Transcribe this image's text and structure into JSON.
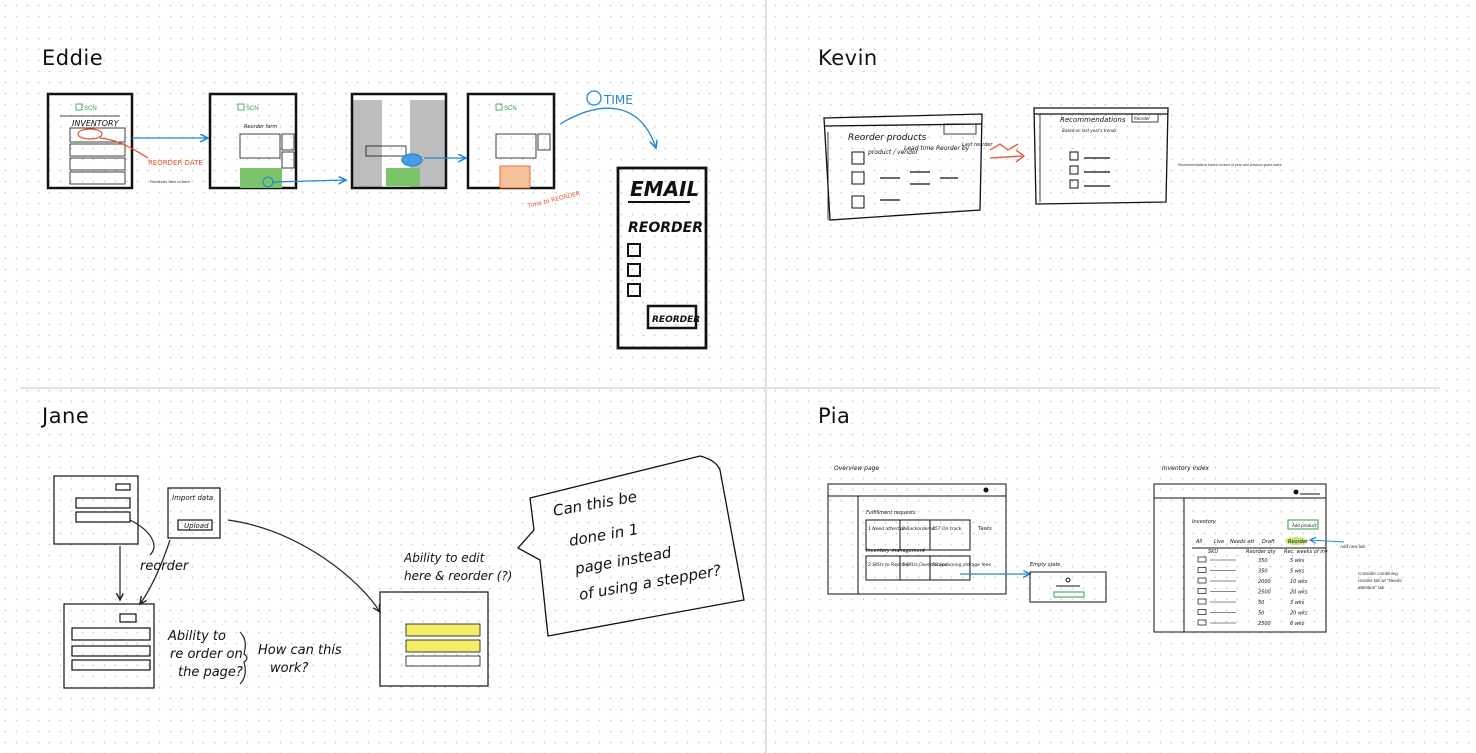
{
  "quadrants": {
    "eddie": {
      "title": "Eddie",
      "wireframe_brand": "SCN",
      "inventory_label": "INVENTORY",
      "reorder_form_label": "Reorder form",
      "reorder_date_note": "REORDER DATE",
      "reminder_note": "Reminder then to here",
      "time_note": "TIME",
      "time_to_reorder_note": "Time to REORDER",
      "email": {
        "title": "EMAIL",
        "subtitle": "REORDER",
        "button": "REORDER"
      },
      "colors": {
        "accent": "#1e88d8",
        "annotation": "#e4502a",
        "highlight": "#7cc46a"
      }
    },
    "kevin": {
      "title": "Kevin",
      "left_frame_title": "Reorder products",
      "left_columns": [
        "product / vendor",
        "Lead time",
        "Reorder by",
        "Last reorder"
      ],
      "right_frame_title": "Recommendations",
      "right_subtitle": "Based on last year's trends",
      "right_button": "Reorder",
      "side_note": "Recommendations based on time of year and previous years sales"
    },
    "jane": {
      "title": "Jane",
      "import_data": "Import data",
      "upload": "Upload",
      "reorder_note": "reorder",
      "ability_reorder_note": [
        "Ability to",
        "re order on",
        "the page?"
      ],
      "how_work_note": [
        "How can this",
        "work?"
      ],
      "ability_edit_note": [
        "Ability to edit",
        "here & reorder (?)"
      ],
      "bubble_note": [
        "Can this be",
        "done in 1",
        "page instead",
        "of using a stepper?"
      ],
      "colors": {
        "highlight": "#f2ee6a"
      }
    },
    "pia": {
      "title": "Pia",
      "overview_label": "Overview page",
      "fulfillment_label": "Fulfillment requests",
      "fulfillment_stats": [
        "1 Need attention",
        "0 Backordered",
        "157 On track"
      ],
      "tasks_label": "Tasks",
      "inventory_mgmt_label": "Inventory management",
      "inventory_stats": [
        "2 SKUs to Reorder",
        "5 SKUs Overstocked",
        "50 upcoming storage fees"
      ],
      "empty_state_label": "Empty state",
      "inventory_index_label": "Inventory index",
      "inventory_heading": "Inventory",
      "add_product": "Add product",
      "tabs": [
        "All",
        "Live",
        "Needs att",
        "Draft",
        "Reorder"
      ],
      "columns": [
        "SKU",
        "Reorder qty",
        "Rec. weeks of inv"
      ],
      "rows": [
        {
          "qty": "350",
          "weeks": "5 wks"
        },
        {
          "qty": "350",
          "weeks": "5 wks"
        },
        {
          "qty": "2000",
          "weeks": "10 wks"
        },
        {
          "qty": "2500",
          "weeks": "20 wks"
        },
        {
          "qty": "50",
          "weeks": "3 wks"
        },
        {
          "qty": "50",
          "weeks": "20 wks"
        },
        {
          "qty": "2500",
          "weeks": "6 wks"
        }
      ],
      "add_new_tab_note": "Add new tab",
      "consider_note": [
        "Consider combining",
        "reorder tab w/ \"Needs",
        "attention\" tab"
      ]
    }
  }
}
